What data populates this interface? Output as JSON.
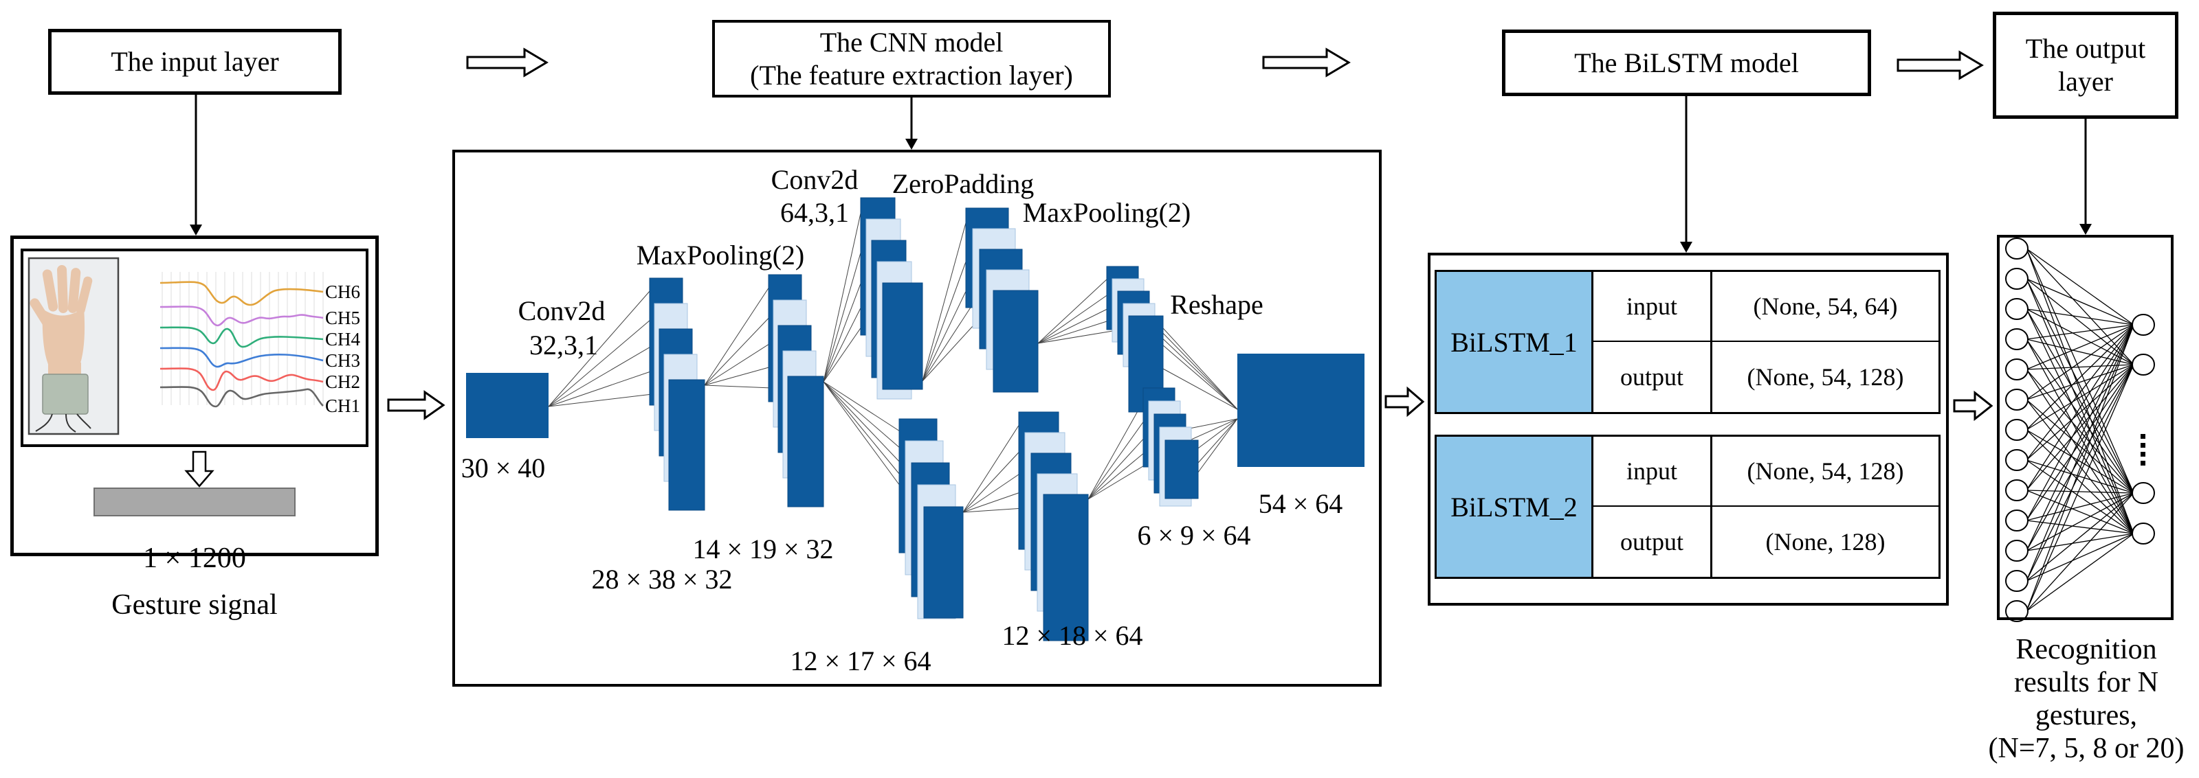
{
  "colors": {
    "dark_blue": "#0E5A9C",
    "light_blue": "#D8E7F6",
    "cell_blue": "#8DC6EA",
    "bar_gray": "#A8A8A8",
    "line_color": "#444444"
  },
  "top_row": {
    "input_layer": "The input layer",
    "cnn_model_line1": "The CNN model",
    "cnn_model_line2": "(The feature extraction layer)",
    "bilstm_model": "The BiLSTM model",
    "output_layer_line1": "The output",
    "output_layer_line2": "layer"
  },
  "gesture": {
    "caption": "Gesture signal",
    "vector_label": "1 × 1200",
    "channels": [
      {
        "name": "CH6",
        "color": "#E2A33B"
      },
      {
        "name": "CH5",
        "color": "#C57FDB"
      },
      {
        "name": "CH4",
        "color": "#2EAE7A"
      },
      {
        "name": "CH3",
        "color": "#3E7DD6"
      },
      {
        "name": "CH2",
        "color": "#F2605C"
      },
      {
        "name": "CH1",
        "color": "#666666"
      }
    ]
  },
  "cnn": {
    "ops": {
      "conv1_line1": "Conv2d",
      "conv1_line2": "32,3,1",
      "maxpool1": "MaxPooling(2)",
      "conv2_line1": "Conv2d",
      "conv2_line2": "64,3,1",
      "zeropad": "ZeroPadding",
      "maxpool2": "MaxPooling(2)",
      "reshape": "Reshape"
    },
    "dims": {
      "input": "30 × 40",
      "stack_a": "28 × 38 × 32",
      "stack_b": "14 × 19 × 32",
      "stack_c": "12 × 17 × 64",
      "stack_d": "12 × 18 × 64",
      "stack_e": "6 × 9 × 64",
      "output": "54 × 64"
    }
  },
  "bilstm": {
    "rows": [
      {
        "name": "BiLSTM_1",
        "in_label": "input",
        "in_value": "(None, 54, 64)",
        "out_label": "output",
        "out_value": "(None, 54, 128)"
      },
      {
        "name": "BiLSTM_2",
        "in_label": "input",
        "in_value": "(None, 54, 128)",
        "out_label": "output",
        "out_value": "(None, 128)"
      }
    ]
  },
  "output_net": {
    "caption_lines": [
      "Recognition",
      "results for N",
      "gestures,",
      "(N=7, 5, 8 or 20)"
    ]
  }
}
